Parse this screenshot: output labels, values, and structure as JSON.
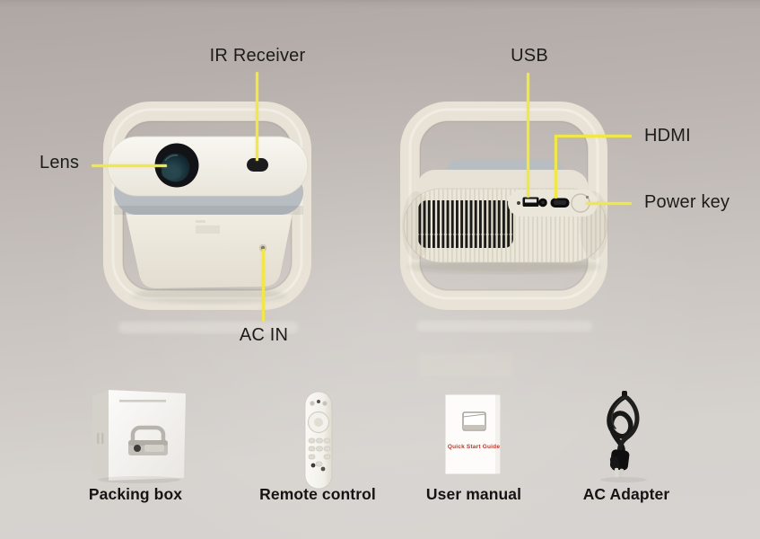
{
  "scene": {
    "title": "Projector parts and package contents diagram",
    "colors": {
      "background_top": "#afa7a3",
      "background_bottom": "#d7d3d0",
      "callout_yellow": "#f0e74a",
      "label_text": "#1d1c1a",
      "projector_body_cream": "#ece7db",
      "fabric_band_gray": "#b7bdc1",
      "vent_slat_black": "#17171a",
      "manual_title_red": "#b8392a"
    }
  },
  "callouts": {
    "lens": {
      "label": "Lens"
    },
    "ir_receiver": {
      "label": "IR Receiver"
    },
    "ac_in": {
      "label": "AC IN"
    },
    "usb": {
      "label": "USB"
    },
    "hdmi": {
      "label": "HDMI"
    },
    "power_key": {
      "label": "Power key"
    }
  },
  "accessories": {
    "packing_box": {
      "label": "Packing box"
    },
    "remote_control": {
      "label": "Remote control"
    },
    "user_manual": {
      "label": "User manual",
      "cover_text": "Quick Start Guide"
    },
    "ac_adapter": {
      "label": "AC Adapter"
    }
  }
}
